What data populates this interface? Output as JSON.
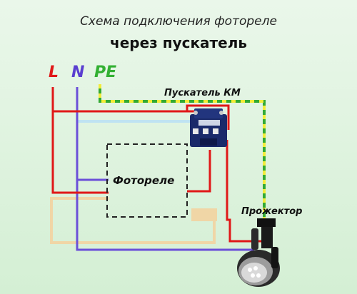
{
  "header": {
    "title": "Схема подключения фотореле",
    "subtitle": "через пускатель"
  },
  "terminals": [
    {
      "label": "L",
      "color": "#e01818"
    },
    {
      "label": "N",
      "color": "#5a3fd0"
    },
    {
      "label": "PE",
      "color": "#33b033"
    }
  ],
  "components": {
    "contactor": "Пускатель КМ",
    "photorelay": "Фотореле",
    "projector": "Прожектор"
  },
  "wire_colors": {
    "phase": "#e01818",
    "neutral": "#6b4fd8",
    "ground_green": "#33aa33",
    "ground_yellow": "#f3ec3a",
    "brown": "#f0d6a6",
    "light_blue": "#bfe3f2"
  }
}
